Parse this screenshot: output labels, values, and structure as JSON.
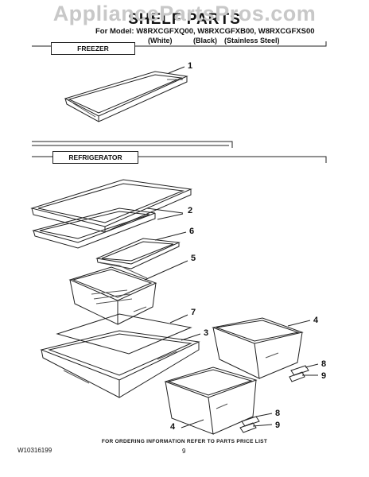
{
  "watermark": "AppliancePartsPros.com",
  "title": "SHELF PARTS",
  "model_line": "For Model: W8RXCGFXQ00, W8RXCGFXB00, W8RXCGFXS00",
  "variants": [
    "(White)",
    "(Black)",
    "(Stainless Steel)"
  ],
  "sections": {
    "freezer": "FREEZER",
    "refrigerator": "REFRIGERATOR"
  },
  "callouts": {
    "c1": "1",
    "c2": "2",
    "c6": "6",
    "c5": "5",
    "c7": "7",
    "c3": "3",
    "c4a": "4",
    "c4b": "4",
    "c8a": "8",
    "c9a": "9",
    "c8b": "8",
    "c9b": "9"
  },
  "footer": {
    "note": "FOR ORDERING INFORMATION REFER TO PARTS PRICE LIST",
    "doc_number": "W10316199",
    "page": "9"
  }
}
